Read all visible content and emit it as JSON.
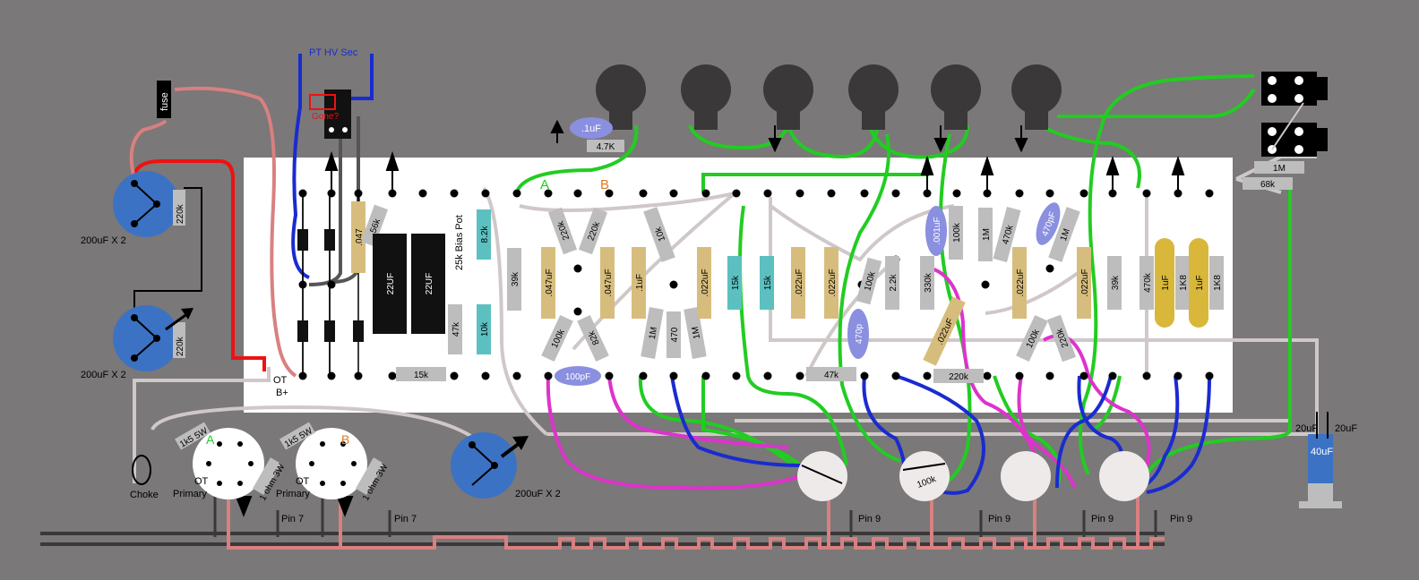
{
  "labels": {
    "fuse": "fuse",
    "pt_hv_sec": "PT HV Sec",
    "gone": "Gone?",
    "cap_200uf_1": "200uF X 2",
    "cap_200uf_2": "200uF X 2",
    "cap_200uf_3": "200uF X 2",
    "r_220k_1": "220k",
    "r_220k_2": "220k",
    "ot_bplus": "OT",
    "bplus": "B+",
    "bias_pot": "25k Bias Pot",
    "tube_a": "A",
    "tube_b": "B",
    "choke": "Choke",
    "ot_primary_1": "OT",
    "primary_1": "Primary",
    "ot_primary_2": "OT",
    "primary_2": "Primary",
    "pin7_1": "Pin 7",
    "pin7_2": "Pin 7",
    "pin9_1": "Pin 9",
    "pin9_2": "Pin 9",
    "pin9_3": "Pin 9",
    "pin9_4": "Pin 9",
    "cap_20uf_1": "20uF",
    "cap_20uf_2": "20uF",
    "cap_40uf": "40uF",
    "r_1k5_a": "1k5 5W",
    "r_1k5_b": "1k5 5W",
    "r_1ohm_a": "1 ohm 3W",
    "r_1ohm_b": "1 ohm 3W",
    "r_1m_jack": "1M",
    "r_68k_jack": "68k",
    "pot_cap": ".1uF",
    "pot_r": "4.7K",
    "tube_100k": "100k"
  },
  "board_components": [
    {
      "label": ".047",
      "kind": "cap-tan"
    },
    {
      "label": "56k",
      "kind": "res"
    },
    {
      "label": "22UF",
      "kind": "cap-black"
    },
    {
      "label": "22UF",
      "kind": "cap-black"
    },
    {
      "label": "8.2k",
      "kind": "res-teal"
    },
    {
      "label": "10k",
      "kind": "res-teal"
    },
    {
      "label": "47k",
      "kind": "res"
    },
    {
      "label": "15k",
      "kind": "res"
    },
    {
      "label": "39k",
      "kind": "res"
    },
    {
      "label": "220k",
      "kind": "res"
    },
    {
      "label": "220k",
      "kind": "res"
    },
    {
      "label": ".047uF",
      "kind": "cap-tan"
    },
    {
      "label": ".047uF",
      "kind": "cap-tan"
    },
    {
      "label": "100k",
      "kind": "res"
    },
    {
      "label": "82k",
      "kind": "res"
    },
    {
      "label": "100pF",
      "kind": "cap-blue"
    },
    {
      "label": ".1uF",
      "kind": "cap-tan"
    },
    {
      "label": "10k",
      "kind": "res"
    },
    {
      "label": "1M",
      "kind": "res"
    },
    {
      "label": "470",
      "kind": "res"
    },
    {
      "label": "1M",
      "kind": "res"
    },
    {
      "label": ".022uF",
      "kind": "cap-tan"
    },
    {
      "label": "15k",
      "kind": "res-teal"
    },
    {
      "label": "15k",
      "kind": "res-teal"
    },
    {
      "label": ".022uF",
      "kind": "cap-tan"
    },
    {
      "label": ".022uF",
      "kind": "cap-tan"
    },
    {
      "label": "47k",
      "kind": "res"
    },
    {
      "label": "100k",
      "kind": "res"
    },
    {
      "label": "2.2k",
      "kind": "res"
    },
    {
      "label": "470p",
      "kind": "cap-blue"
    },
    {
      "label": ".001uF",
      "kind": "cap-blue"
    },
    {
      "label": "100k",
      "kind": "res"
    },
    {
      "label": "330k",
      "kind": "res"
    },
    {
      "label": ".022uF",
      "kind": "cap-tan"
    },
    {
      "label": "220k",
      "kind": "res"
    },
    {
      "label": "1M",
      "kind": "res"
    },
    {
      "label": "470k",
      "kind": "res"
    },
    {
      "label": ".022uF",
      "kind": "cap-tan"
    },
    {
      "label": "470pF",
      "kind": "cap-blue"
    },
    {
      "label": "1M",
      "kind": "res"
    },
    {
      "label": "100k",
      "kind": "res"
    },
    {
      "label": "220k",
      "kind": "res"
    },
    {
      "label": ".022uF",
      "kind": "cap-tan"
    },
    {
      "label": "39k",
      "kind": "res"
    },
    {
      "label": "470k",
      "kind": "res"
    },
    {
      "label": "1uF",
      "kind": "cap-gold"
    },
    {
      "label": "1K8",
      "kind": "res"
    },
    {
      "label": "1uF",
      "kind": "cap-gold"
    },
    {
      "label": "1K8",
      "kind": "res"
    }
  ],
  "colors": {
    "background": "#7a7878",
    "board": "#ffffff",
    "wire_green": "#22cc22",
    "wire_magenta": "#dd33cc",
    "wire_blue": "#1a2bd0",
    "wire_pink": "#d98080",
    "wire_red": "#ee1111",
    "wire_grey": "#d0c8c8",
    "cap_blue": "#3c72c4",
    "resistor": "#bdbdbd",
    "cap_tan": "#d7bd7d",
    "cap_gold": "#d8b73a",
    "teal": "#5cc0c0",
    "pot_body": "#3a3838"
  }
}
